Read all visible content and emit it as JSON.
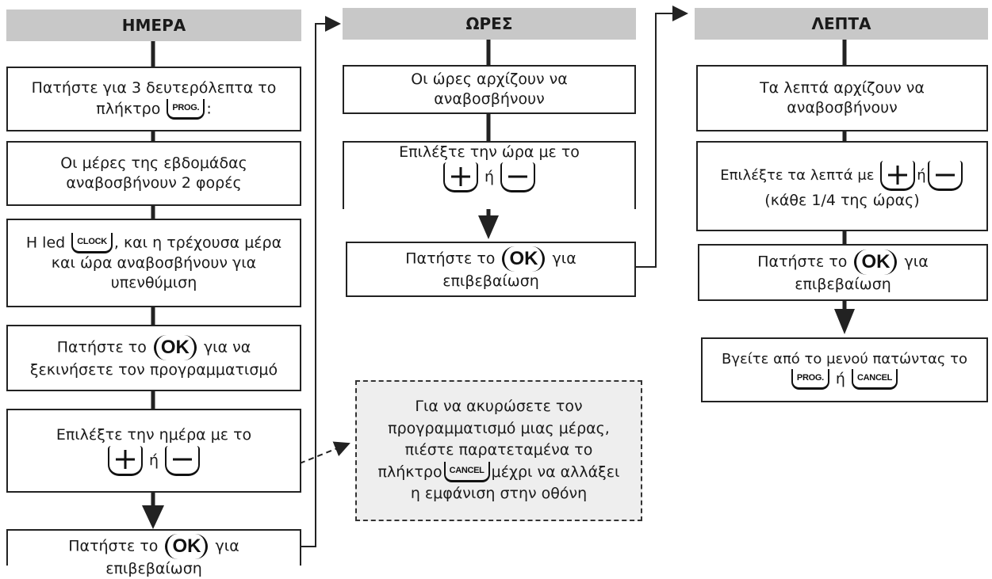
{
  "columns": [
    {
      "header": "ΗΜΕΡΑ",
      "steps": [
        {
          "l1_pre": "Πατήστε για 3 δευτερόλεπτα το",
          "l2_pre": "πλήκτρο",
          "key": "PROG.",
          "l2_post": ":"
        },
        {
          "l1": "Οι μέρες της εβδομάδας",
          "l2": "αναβοσβήνουν 2 φορές"
        },
        {
          "l1_pre": "Η led",
          "key": "CLOCK",
          "l1_post": ", και η τρέχουσα μέρα",
          "l2": "και ώρα αναβοσβήνουν για",
          "l3": "υπενθύμιση"
        },
        {
          "l1_pre": "Πατήστε το",
          "key": "OK",
          "l1_post": "για  να",
          "l2": "ξεκινήσετε τον προγραμματισμό"
        },
        {
          "l1": "Επιλέξτε την ημέρα με το",
          "or": "ή"
        },
        {
          "l1_pre": "Πατήστε το",
          "key": "OK",
          "l1_post": "για",
          "l2": "επιβεβαίωση"
        }
      ]
    },
    {
      "header": "ΩΡΕΣ",
      "steps": [
        {
          "l1": "Οι ώρες αρχίζουν να",
          "l2": "αναβοσβήνουν"
        },
        {
          "l1": "Επιλέξτε την ώρα με το",
          "or": "ή"
        },
        {
          "l1_pre": "Πατήστε το",
          "key": "OK",
          "l1_post": "για",
          "l2": "επιβεβαίωση"
        }
      ]
    },
    {
      "header": "ΛΕΠΤΑ",
      "steps": [
        {
          "l1": "Τα λεπτά αρχίζουν να",
          "l2": "αναβοσβήνουν"
        },
        {
          "l1_pre": "Επιλέξτε τα λεπτά με",
          "or": "ή",
          "l2": "(κάθε 1/4 της ώρας)"
        },
        {
          "l1_pre": "Πατήστε το",
          "key": "OK",
          "l1_post": "για",
          "l2": "επιβεβαίωση"
        },
        {
          "l1": "Βγείτε από το μενού πατώντας το",
          "key1": "PROG.",
          "or": "ή",
          "key2": "CANCEL"
        }
      ]
    }
  ],
  "note": {
    "l1": "Για να ακυρώσετε τον",
    "l2": "προγραμματισμό μιας μέρας,",
    "l3": "πιέστε παρατεταμένα το",
    "l4_pre": "πλήκτρο",
    "key": "CANCEL",
    "l4_post": "μέχρι να αλλάξει",
    "l5": "η εμφάνιση στην οθόνη"
  },
  "icons": {
    "plus": "plus-key-icon",
    "minus": "minus-key-icon"
  },
  "colors": {
    "header_bg": "#c8c8c8",
    "note_bg": "#eeeeee",
    "line": "#222222"
  }
}
